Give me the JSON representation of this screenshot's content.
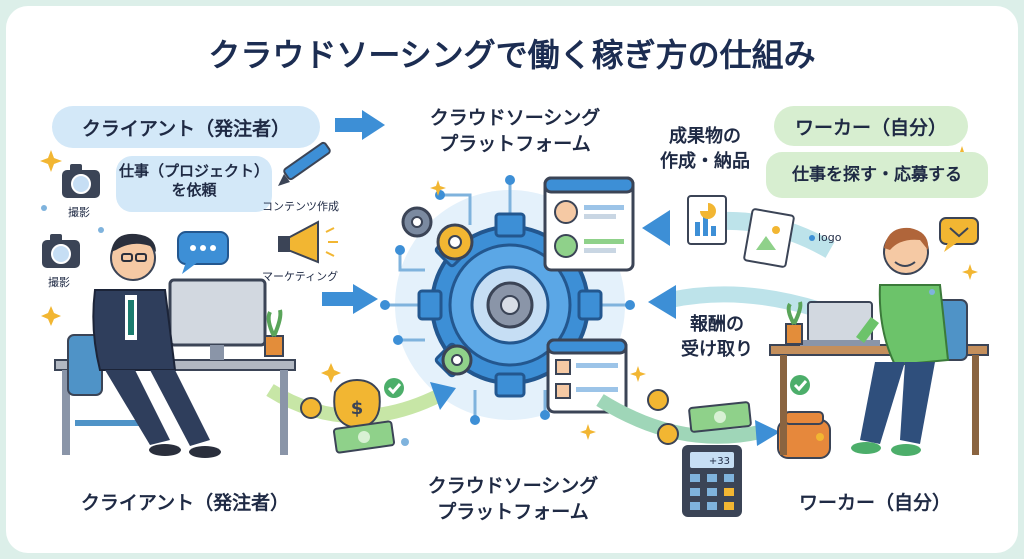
{
  "title": "クラウドソーシングで働く稼ぎ方の仕組み",
  "client": {
    "pill_label": "クライアント（発注者）",
    "request_bubble_line1": "仕事（プロジェクト）",
    "request_bubble_line2": "を依頼",
    "task_photo_1": "撮影",
    "task_photo_2": "撮影",
    "task_content": "コンテンツ作成",
    "task_marketing": "マーケティング",
    "bottom_label": "クライアント（発注者）"
  },
  "platform": {
    "top_label_line1": "クラウドソーシング",
    "top_label_line2": "プラットフォーム",
    "bottom_label_line1": "クラウドソーシング",
    "bottom_label_line2": "プラットフォーム"
  },
  "worker": {
    "pill_label": "ワーカー（自分）",
    "action_bubble": "仕事を探す・応募する",
    "deliverable_line1": "成果物の",
    "deliverable_line2": "作成・納品",
    "logo_label": "logo",
    "reward_line1": "報酬の",
    "reward_line2": "受け取り",
    "bottom_label": "ワーカー（自分）",
    "calculator_display": "+33"
  },
  "colors": {
    "accent_blue": "#3d8fd6",
    "client_pill": "#d3e8f8",
    "worker_pill": "#d7eed0",
    "title_navy": "#1c2d52",
    "money_green": "#8fd18a",
    "coin_gold": "#f2b632"
  }
}
